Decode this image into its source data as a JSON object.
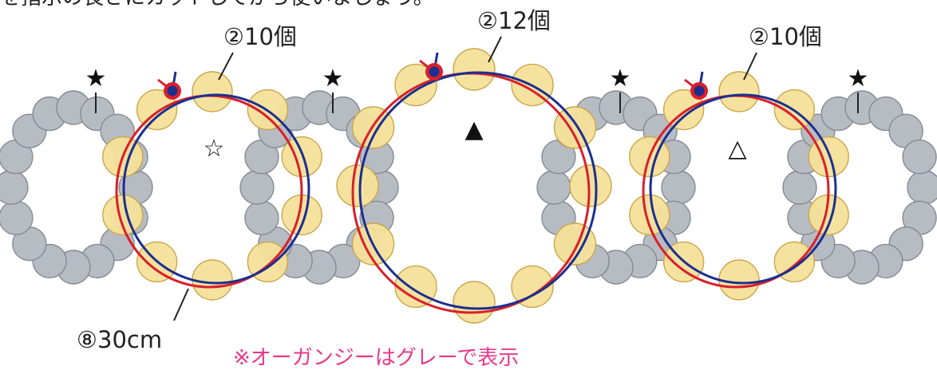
{
  "header_note": "を指示の長さにカットしてから使いましょう。",
  "labels": {
    "left_bead_count": "②10個",
    "center_bead_count": "②12個",
    "right_bead_count": "②10個",
    "wire_length": "⑧30cm"
  },
  "symbols": {
    "star_filled": "★",
    "star_open": "☆",
    "triangle_filled": "▲",
    "triangle_open": "△"
  },
  "footnote": "※オーガンジーはグレーで表示",
  "colors": {
    "gold_bead": "#f5e09a",
    "gold_bead_edge": "#c9a64a",
    "gray_bead": "#b7bcc3",
    "gray_bead_edge": "#858a92",
    "wire_red": "#d8202a",
    "wire_blue": "#1c2f8f",
    "note_pink": "#e8388a"
  },
  "icons": {
    "wire_end": "wire-end-knot-icon",
    "star_filled": "filled-star-icon",
    "star_open": "open-star-icon",
    "triangle_filled": "filled-triangle-icon",
    "triangle_open": "open-triangle-icon"
  }
}
